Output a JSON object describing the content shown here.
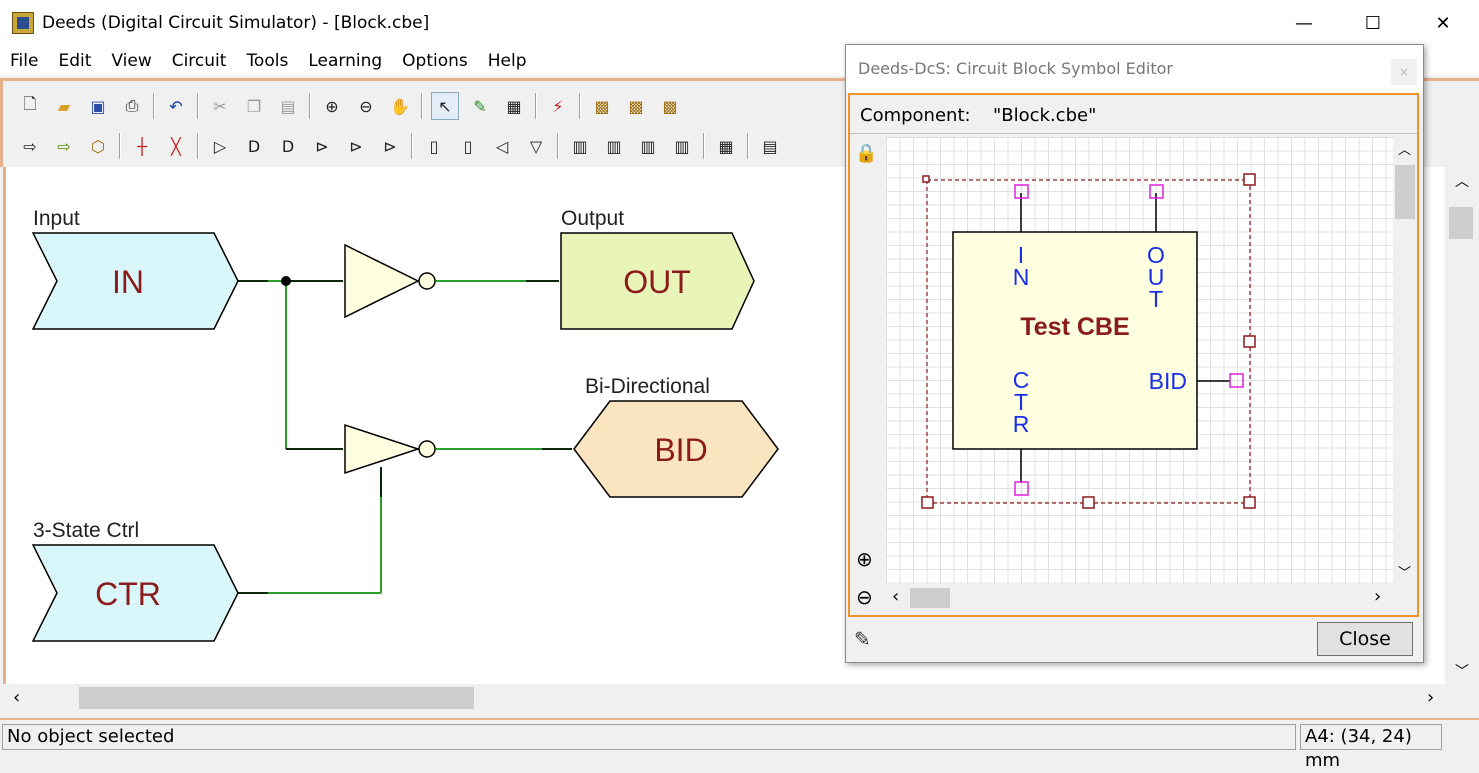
{
  "window": {
    "title": "Deeds (Digital Circuit Simulator) - [Block.cbe]",
    "minimize": "—",
    "maximize": "☐",
    "close": "✕"
  },
  "menu": [
    "File",
    "Edit",
    "View",
    "Circuit",
    "Tools",
    "Learning",
    "Options",
    "Help"
  ],
  "circuit": {
    "input_label": "Input",
    "input_name": "IN",
    "output_label": "Output",
    "output_name": "OUT",
    "bidir_label": "Bi-Directional",
    "bidir_name": "BID",
    "ctrl_label": "3-State Ctrl",
    "ctrl_name": "CTR"
  },
  "status": {
    "left": "No object selected",
    "right": "A4: (34, 24) mm"
  },
  "dialog": {
    "title": "Deeds-DcS: Circuit Block Symbol Editor",
    "close_x": "×",
    "component_label": "Component:",
    "component_value": "\"Block.cbe\"",
    "block_title": "Test CBE",
    "pin_in": "IN",
    "pin_out": "OUT",
    "pin_ctr": "CTR",
    "pin_bid": "BID",
    "close_button": "Close"
  },
  "colors": {
    "accent_border": "#f0942a",
    "input_fill": "#d9f7fb",
    "output_fill": "#e8f4b8",
    "bidir_fill": "#fbe5c0",
    "block_fill": "#fefee0",
    "label_dark_red": "#8b1a1a",
    "pin_blue": "#1a2ee8",
    "wire_green": "#2aa02a"
  }
}
